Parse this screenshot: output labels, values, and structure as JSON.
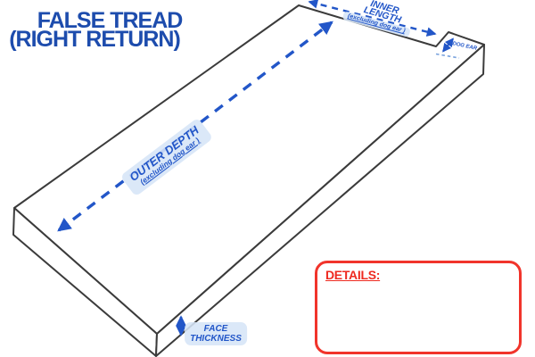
{
  "title": {
    "line1": "FALSE TREAD",
    "line2": "(RIGHT RETURN)"
  },
  "labels": {
    "outer_depth": {
      "text": "OUTER DEPTH",
      "qualifier": "(excluding dog ear )"
    },
    "inner_length": {
      "line1": "INNER",
      "line2": "LENGTH",
      "qualifier": "(excluding dog ear )"
    },
    "dog_ear": "DOG EAR",
    "face_thickness": {
      "line1": "FACE",
      "line2": "THICKNESS"
    },
    "details": "DETAILS:"
  },
  "colors": {
    "title_blue": "#1d4cad",
    "accent_blue": "#2256c8",
    "badge_background": "#d6e5f7",
    "outline_gray": "#3b3b3b",
    "details_red": "#f1342b",
    "hidden_edge_blue": "#7aa3dd",
    "background": "#ffffff"
  }
}
